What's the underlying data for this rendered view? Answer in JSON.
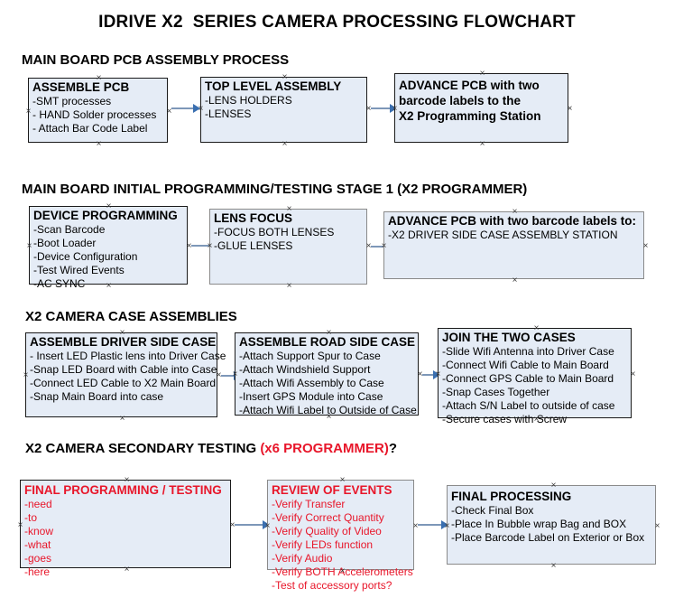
{
  "title": "IDRIVE X2  SERIES CAMERA PROCESSING FLOWCHART",
  "colors": {
    "box_fill": "#e5ecf6",
    "box_border": "#1a1a1a",
    "box_border_gray": "#8a8a8a",
    "connector_line": "#7d97b8",
    "connector_arrow": "#3a6fb0",
    "text": "#000000",
    "accent_red": "#e8162a"
  },
  "sections": [
    {
      "heading": "MAIN BOARD PCB ASSEMBLY PROCESS",
      "heading_accent": "",
      "heading_tail": "",
      "boxes": [
        {
          "title": "ASSEMBLE PCB",
          "lines": [
            "-SMT processes",
            "- HAND Solder processes",
            "- Attach Bar Code Label"
          ],
          "bold_lines": false
        },
        {
          "title": "TOP LEVEL ASSEMBLY",
          "lines": [
            "-LENS HOLDERS",
            "-LENSES"
          ],
          "bold_lines": false
        },
        {
          "title": "ADVANCE PCB with two",
          "lines": [
            "barcode labels to the",
            " X2 Programming Station"
          ],
          "bold_lines": true
        }
      ]
    },
    {
      "heading": "MAIN BOARD INITIAL PROGRAMMING/TESTING STAGE 1 (X2 PROGRAMMER)",
      "heading_accent": "",
      "heading_tail": "",
      "boxes": [
        {
          "title": "DEVICE PROGRAMMING",
          "lines": [
            "-Scan Barcode",
            "-Boot Loader",
            "-Device Configuration",
            "-Test Wired Events",
            "-AC SYNC"
          ],
          "bold_lines": false
        },
        {
          "title": "LENS FOCUS",
          "lines": [
            "-FOCUS BOTH LENSES",
            "-GLUE LENSES"
          ],
          "bold_lines": false
        },
        {
          "title": "ADVANCE PCB with two barcode labels to:",
          "lines": [
            "-X2 DRIVER  SIDE  CASE  ASSEMBLY STATION"
          ],
          "bold_lines": false
        }
      ]
    },
    {
      "heading": "X2 CAMERA CASE ASSEMBLIES",
      "heading_accent": "",
      "heading_tail": "",
      "boxes": [
        {
          "title": "ASSEMBLE DRIVER SIDE CASE",
          "lines": [
            "- Insert LED Plastic lens into Driver Case",
            "-Snap LED Board with Cable into Case",
            "-Connect LED Cable to X2 Main Board",
            "-Snap Main Board into case"
          ],
          "bold_lines": false
        },
        {
          "title": "ASSEMBLE ROAD SIDE CASE",
          "lines": [
            "-Attach Support Spur to Case",
            "-Attach Windshield Support",
            "-Attach Wifi Assembly to Case",
            "-Insert GPS Module into Case",
            "-Attach Wifi Label to Outside of Case"
          ],
          "bold_lines": false
        },
        {
          "title": "JOIN THE TWO CASES",
          "lines": [
            "-Slide Wifi Antenna into Driver Case",
            "-Connect Wifi Cable to Main Board",
            "-Connect GPS Cable to Main Board",
            "-Snap Cases Together",
            "-Attach S/N Label to outside of case",
            "-Secure cases with Screw"
          ],
          "bold_lines": false
        }
      ]
    },
    {
      "heading": "X2 CAMERA SECONDARY TESTING ",
      "heading_accent": "(x6 PROGRAMMER)",
      "heading_tail": "?",
      "boxes": [
        {
          "title": "FINAL PROGRAMMING / TESTING",
          "lines": [
            "-need",
            "-to",
            "-know",
            "-what",
            "-goes",
            "-here"
          ],
          "bold_lines": false
        },
        {
          "title": "REVIEW OF EVENTS",
          "lines": [
            "-Verify Transfer",
            "-Verify Correct Quantity",
            "-Verify Quality of Video",
            "-Verify LEDs function",
            "-Verify Audio",
            "-Verify BOTH Accelerometers",
            "-Test of accessory ports?"
          ],
          "bold_lines": false
        },
        {
          "title": "FINAL PROCESSING",
          "lines": [
            " -Check Final Box",
            "-Place In Bubble wrap Bag and BOX",
            "-Place Barcode Label on Exterior or Box"
          ],
          "bold_lines": false
        }
      ]
    }
  ],
  "handle_glyph": "×"
}
